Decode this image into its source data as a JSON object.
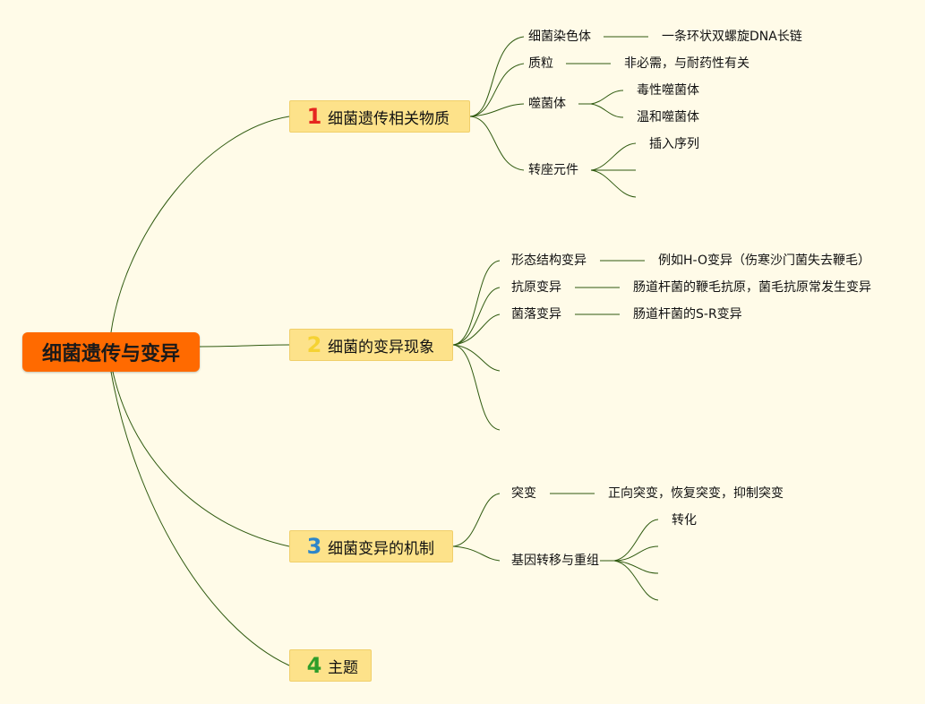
{
  "root": {
    "label": "细菌遗传与变异"
  },
  "branches": [
    {
      "number": "1",
      "number_color": "#e5261f",
      "label": "细菌遗传相关物质"
    },
    {
      "number": "2",
      "number_color": "#f5d233",
      "label": "细菌的变异现象"
    },
    {
      "number": "3",
      "number_color": "#2e86c9",
      "label": "细菌变异的机制"
    },
    {
      "number": "4",
      "number_color": "#2e9d2a",
      "label": "主题"
    }
  ],
  "b1": {
    "chromosome": "细菌染色体",
    "chromosome_detail": "一条环状双螺旋DNA长链",
    "plasmid": "质粒",
    "plasmid_detail": "非必需，与耐药性有关",
    "phage": "噬菌体",
    "phage_virulent": "毒性噬菌体",
    "phage_temperate": "温和噬菌体",
    "transposon": "转座元件",
    "transposon_insertion": "插入序列"
  },
  "b2": {
    "morph": "形态结构变异",
    "morph_detail": "例如H-O变异（伤寒沙门菌失去鞭毛）",
    "antigen": "抗原变异",
    "antigen_detail": "肠道杆菌的鞭毛抗原，菌毛抗原常发生变异",
    "colony": "菌落变异",
    "colony_detail": "肠道杆菌的S-R变异"
  },
  "b3": {
    "mutation": "突变",
    "mutation_detail": "正向突变，恢复突变，抑制突变",
    "transfer": "基因转移与重组",
    "transformation": "转化"
  },
  "colors": {
    "line": "#2f5a10",
    "root_bg": "#ff6a00",
    "branch_bg": "#fde28a",
    "page_bg": "#fffbe8"
  }
}
